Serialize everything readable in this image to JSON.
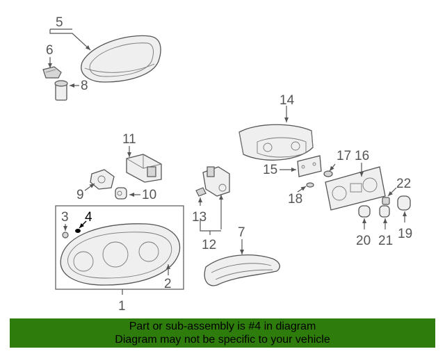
{
  "callouts": {
    "c1": "1",
    "c2": "2",
    "c3": "3",
    "c4": "4",
    "c5": "5",
    "c6": "6",
    "c7": "7",
    "c8": "8",
    "c9": "9",
    "c10": "10",
    "c11": "11",
    "c12": "12",
    "c13": "13",
    "c14": "14",
    "c15": "15",
    "c16": "16",
    "c17": "17",
    "c18": "18",
    "c19": "19",
    "c20": "20",
    "c21": "21",
    "c22": "22"
  },
  "highlight_callout": "4",
  "banner": {
    "line1": "Part or sub-assembly is #4 in diagram",
    "line2": "Diagram may not be specific to your vehicle",
    "color": "#2e7d0c"
  }
}
